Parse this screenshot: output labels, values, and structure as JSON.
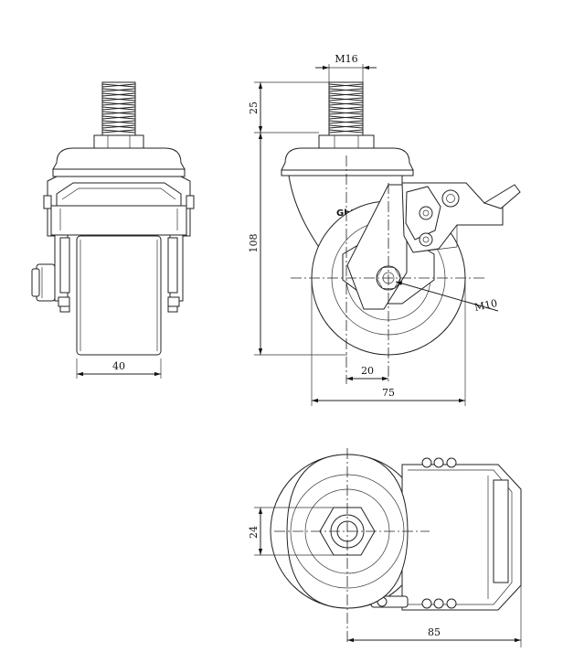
{
  "drawing": {
    "dimensions": {
      "thread_spec": "M16",
      "stem_length": "25",
      "total_height": "108",
      "axle_spec": "M10",
      "wheel_width": "40",
      "swivel_offset": "20",
      "wheel_diameter": "75",
      "hex_size": "24",
      "overall_length": "85"
    },
    "logo_text": "GbL"
  }
}
